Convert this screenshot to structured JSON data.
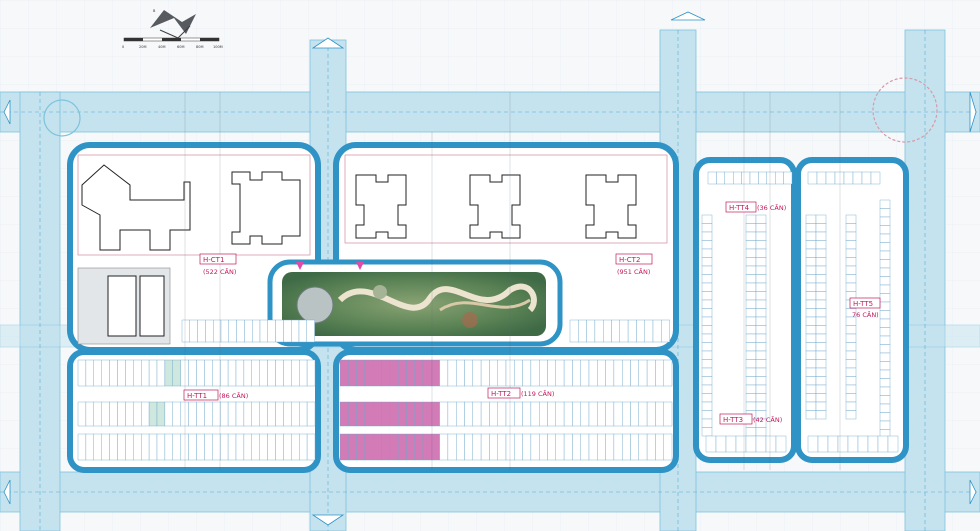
{
  "zones": [
    {
      "id": "h-ct1",
      "code": "H-CT1",
      "count": "(522 CĂN)"
    },
    {
      "id": "h-ct2",
      "code": "H-CT2",
      "count": "(951 CĂN)"
    },
    {
      "id": "h-tt1",
      "code": "H-TT1",
      "count": "(86 CĂN)"
    },
    {
      "id": "h-tt2",
      "code": "H-TT2",
      "count": "(119 CĂN)"
    },
    {
      "id": "h-tt3",
      "code": "H-TT3",
      "count": "(42 CĂN)"
    },
    {
      "id": "h-tt4",
      "code": "H-TT4",
      "count": "(36 CĂN)"
    },
    {
      "id": "h-tt5",
      "code": "H-TT5",
      "count": "76 CĂN)"
    }
  ],
  "compass": {
    "north": "B"
  },
  "scale_bar": {
    "labels": [
      "0",
      "20M",
      "40M",
      "60M",
      "80M",
      "100M"
    ]
  },
  "colors": {
    "road_band": "#c4e3ef",
    "road_line": "#7ec3dc",
    "block_outline": "#2f93c6",
    "lot_fill": "#ffffff",
    "pink_lot": "#d37bb7",
    "zone_text": "#c2185b",
    "park_green": "#4f7a4a",
    "highlight_lot": "#cfe8df"
  },
  "icons": [
    "compass-icon",
    "road-arrow-icon",
    "entrance-marker-icon",
    "roundabout-icon"
  ]
}
